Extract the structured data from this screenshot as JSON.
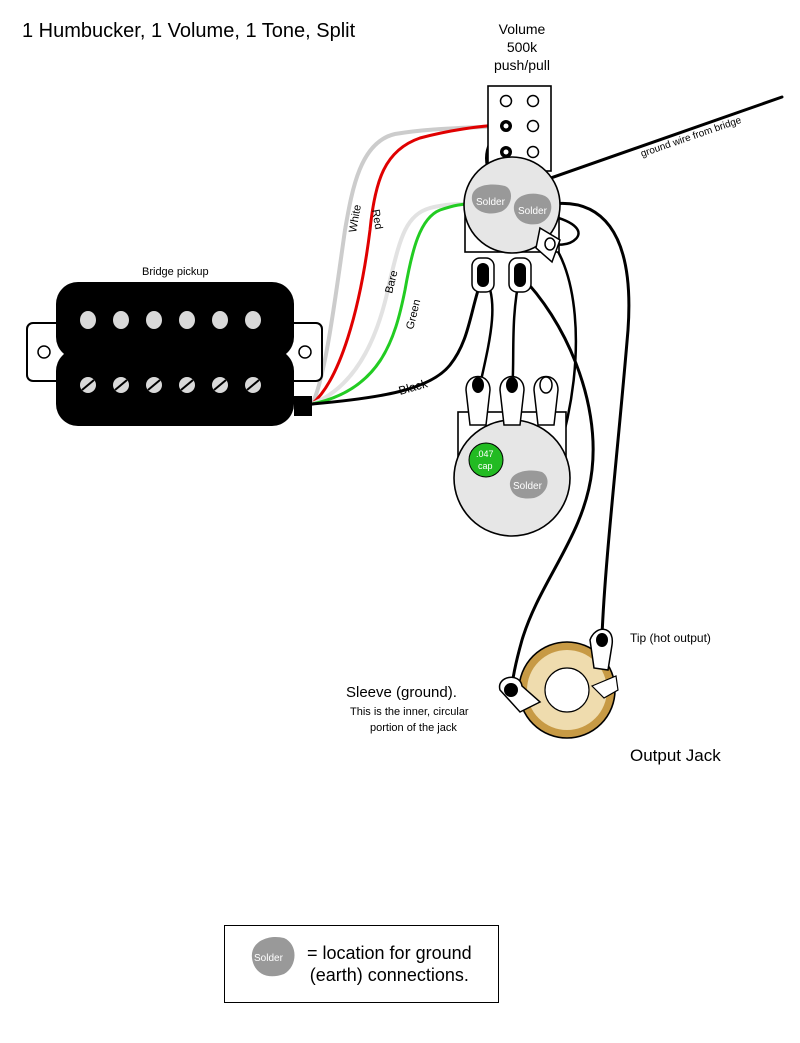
{
  "title": "1 Humbucker, 1 Volume, 1 Tone, Split",
  "volume_pot": {
    "line1": "Volume",
    "line2": "500k",
    "line3": "push/pull",
    "ground_wire_label": "ground wire from bridge",
    "solder_left": "Solder",
    "solder_right": "Solder"
  },
  "pickup": {
    "label": "Bridge pickup"
  },
  "wires": {
    "white": "White",
    "red": "Red",
    "bare": "Bare",
    "green": "Green",
    "black": "Black"
  },
  "tone_pot": {
    "cap_line1": ".047",
    "cap_line2": "cap",
    "solder": "Solder"
  },
  "output_jack": {
    "tip_label": "Tip (hot output)",
    "sleeve_title": "Sleeve (ground).",
    "sleeve_line1": "This is the inner, circular",
    "sleeve_line2": "portion of the jack",
    "label": "Output Jack"
  },
  "legend": {
    "solder": "Solder",
    "line1": "= location for ground",
    "line2": "(earth) connections."
  },
  "colors": {
    "red_wire": "#e00000",
    "green_wire": "#22cc22",
    "white_wire": "#cccccc",
    "bare_wire": "#e2e2e2",
    "solder": "#999999",
    "cap": "#22bb22",
    "jack_ring": "#d8b36a"
  }
}
